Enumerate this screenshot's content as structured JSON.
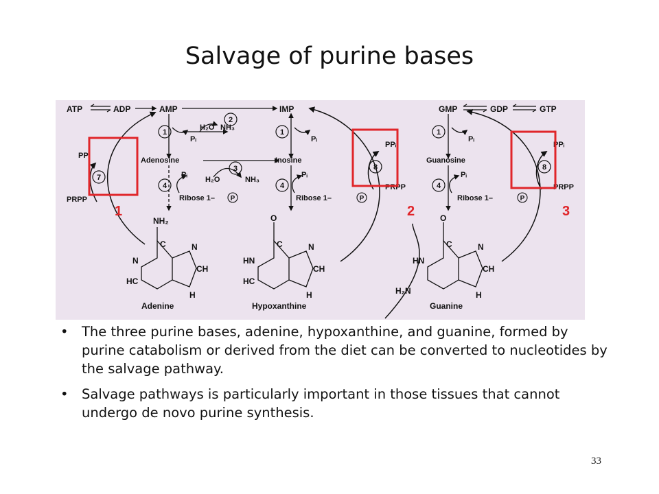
{
  "title": "Salvage of purine bases",
  "diagram": {
    "top_row": {
      "atp": "ATP",
      "adp": "ADP",
      "amp": "AMP",
      "imp": "IMP",
      "gmp": "GMP",
      "gdp": "GDP",
      "gtp": "GTP"
    },
    "labels": {
      "h2o": "H₂O",
      "nh3": "NH₃",
      "pi": "Pᵢ",
      "ppi": "PPᵢ",
      "prpp": "PRPP",
      "adenosine": "Adenosine",
      "inosine": "Inosine",
      "guanosine": "Guanosine",
      "ribose1p": "Ribose 1–",
      "p": "P"
    },
    "enzyme_numbers": {
      "n1": "1",
      "n2": "2",
      "n3": "3",
      "n4": "4",
      "n7": "7",
      "n8": "8"
    },
    "structures": {
      "adenine": "Adenine",
      "hypoxanthine": "Hypoxanthine",
      "guanine": "Guanine",
      "nh2": "NH₂",
      "h2n": "H₂N",
      "o": "O",
      "n": "N",
      "c": "C",
      "h": "H",
      "hc": "HC",
      "ch": "CH",
      "hn": "HN"
    },
    "box_labels": [
      "1",
      "2",
      "3"
    ],
    "colors": {
      "background": "#ece3ee",
      "box": "#e0262a",
      "ink": "#111111"
    }
  },
  "bullets": [
    "The three purine bases, adenine, hypoxanthine, and guanine, formed by purine catabolism or derived from the diet can be converted to nucleotides by the salvage pathway.",
    "Salvage pathways is particularly important in those tissues that cannot undergo de novo purine synthesis."
  ],
  "page_number": "33"
}
